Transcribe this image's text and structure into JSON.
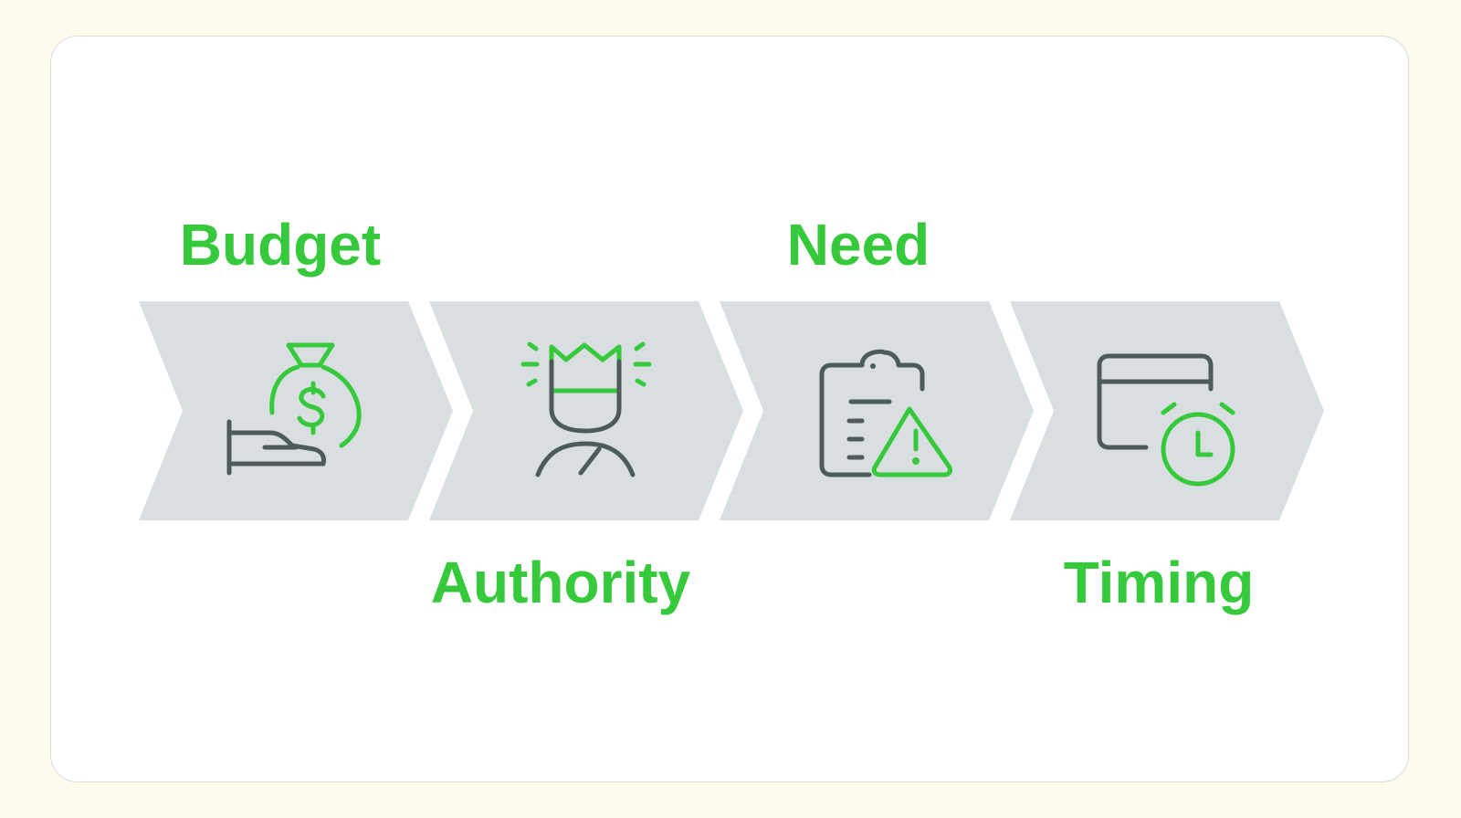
{
  "colors": {
    "accent": "#36c93c",
    "icon_dark": "#4d5b5b",
    "chevron": "#d9dfe1",
    "background": "#fdfbf0",
    "card": "#ffffff"
  },
  "steps": [
    {
      "label": "Budget",
      "icon": "money-bag-hand-icon"
    },
    {
      "label": "Authority",
      "icon": "crowned-person-icon"
    },
    {
      "label": "Need",
      "icon": "clipboard-warning-icon"
    },
    {
      "label": "Timing",
      "icon": "calendar-clock-icon"
    }
  ]
}
